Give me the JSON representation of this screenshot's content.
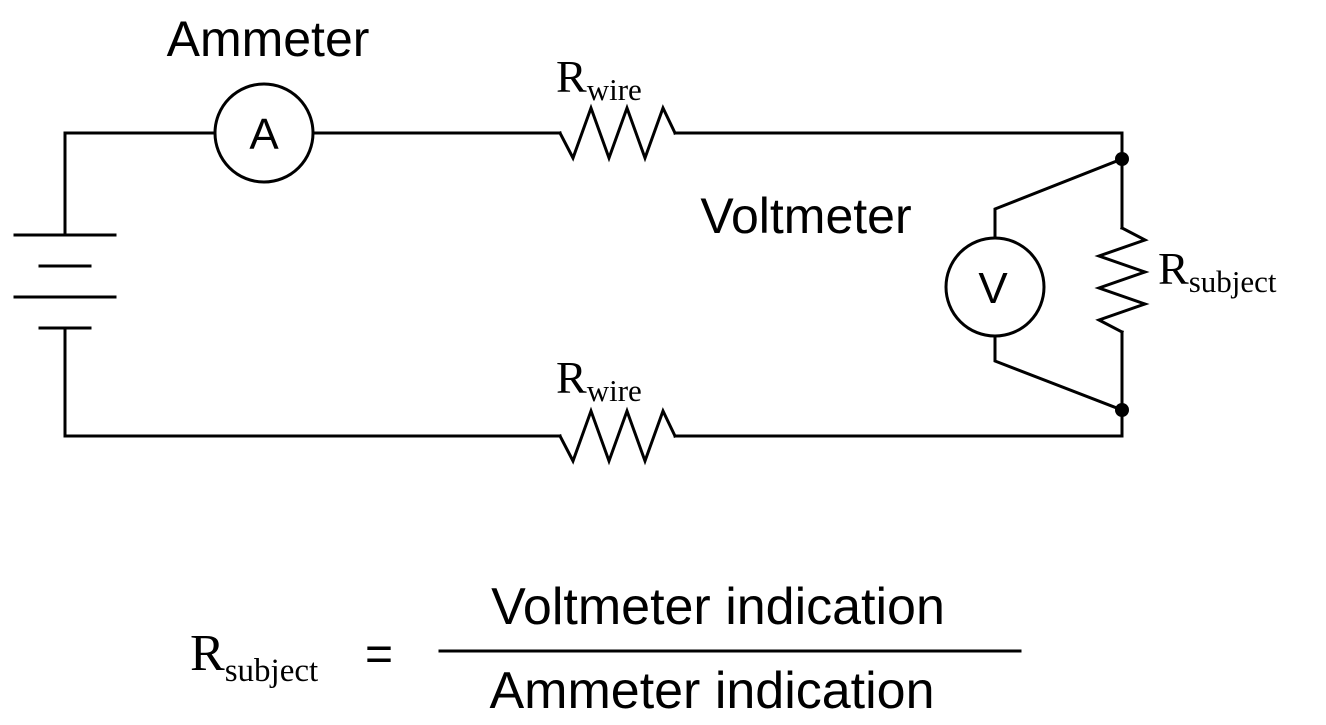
{
  "labels": {
    "ammeter": "Ammeter",
    "voltmeter": "Voltmeter",
    "ammeter_symbol": "A",
    "voltmeter_symbol": "V"
  },
  "resistors": {
    "top": {
      "main": "R",
      "sub": "wire"
    },
    "bottom": {
      "main": "R",
      "sub": "wire"
    },
    "subject": {
      "main": "R",
      "sub": "subject"
    }
  },
  "formula": {
    "lhs_main": "R",
    "lhs_sub": "subject",
    "equals": "=",
    "numerator": "Voltmeter indication",
    "denominator": "Ammeter indication"
  }
}
